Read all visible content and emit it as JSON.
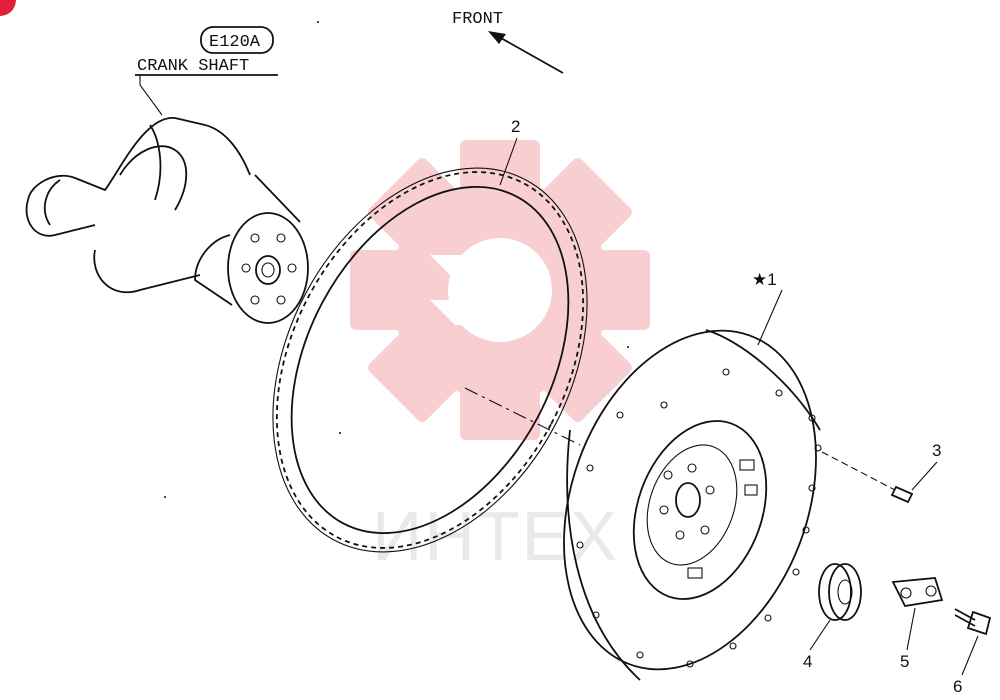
{
  "labels": {
    "front": "FRONT",
    "ref_code": "E120A",
    "crank_shaft": "CRANK SHAFT",
    "star_mark": "★1",
    "part_2": "2",
    "part_3": "3",
    "part_4": "4",
    "part_5": "5",
    "part_6": "6"
  },
  "watermark": {
    "text": "ИНТЕХ",
    "color": "#f7c6c8"
  },
  "colors": {
    "ink": "#111111",
    "corner_badge": "#e0203a"
  }
}
